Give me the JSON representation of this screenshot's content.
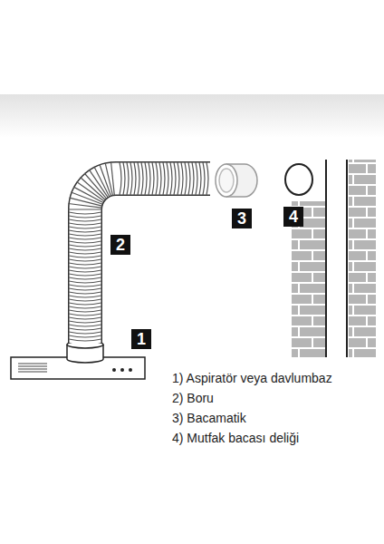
{
  "diagram": {
    "labels": [
      "4",
      "3",
      "2",
      "1",
      "1) Aspiratör veya davlumbaz",
      "2) Boru",
      "3) Bacamatik",
      "4) Mutfak bacası deliği"
    ]
  }
}
